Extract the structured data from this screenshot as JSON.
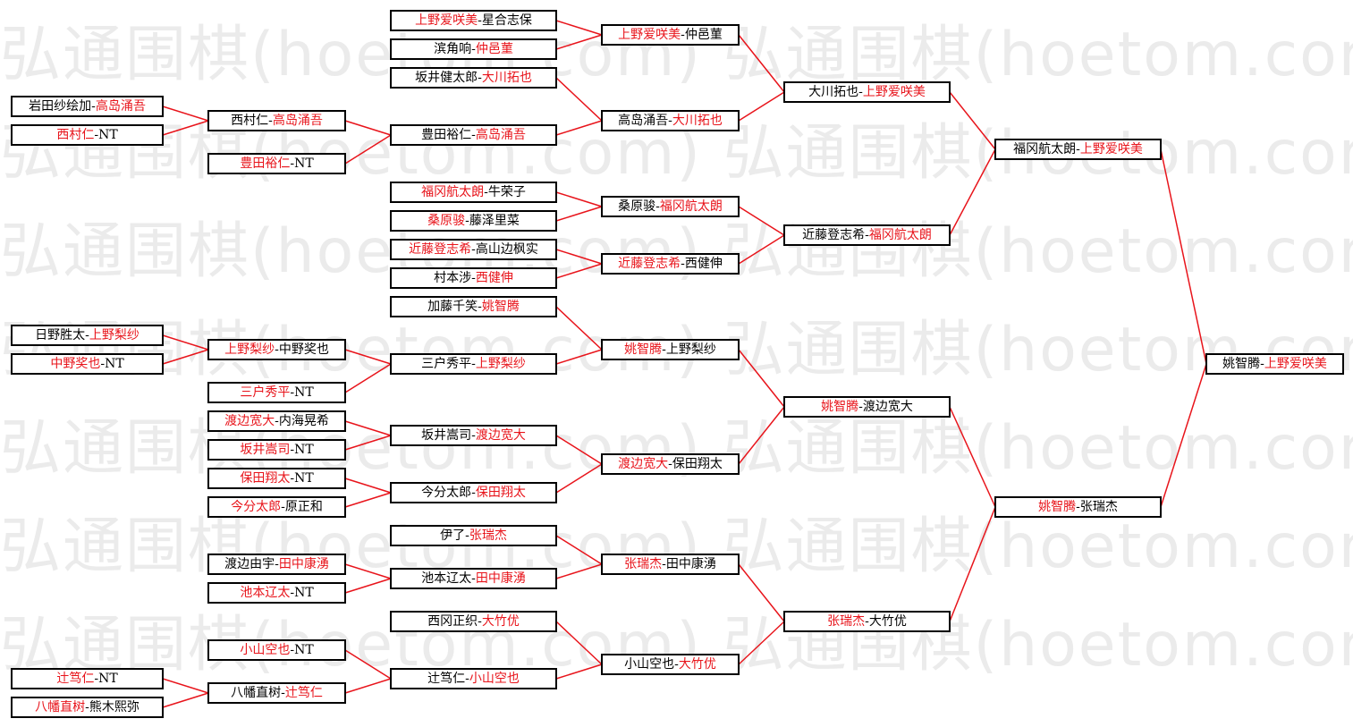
{
  "watermark": "弘通围棋(hoetom.com)",
  "colors": {
    "winner": "#e8141b",
    "line": "#e8141b",
    "text": "#000000",
    "border": "#000000"
  },
  "matches": [
    {
      "id": "r1a",
      "p1": "岩田纱绘加",
      "p2": "高岛涌吾",
      "w": 2
    },
    {
      "id": "r1b",
      "p1": "西村仁",
      "p2": "NT",
      "w": 1
    },
    {
      "id": "r1c",
      "p1": "日野胜太",
      "p2": "上野梨纱",
      "w": 2
    },
    {
      "id": "r1d",
      "p1": "中野奖也",
      "p2": "NT",
      "w": 1
    },
    {
      "id": "r1e",
      "p1": "辻笃仁",
      "p2": "NT",
      "w": 1
    },
    {
      "id": "r1f",
      "p1": "八幡直树",
      "p2": "熊木熙弥",
      "w": 1
    },
    {
      "id": "r2a",
      "p1": "西村仁",
      "p2": "高岛涌吾",
      "w": 2
    },
    {
      "id": "r2b",
      "p1": "豊田裕仁",
      "p2": "NT",
      "w": 1
    },
    {
      "id": "r2c",
      "p1": "上野梨纱",
      "p2": "中野奖也",
      "w": 1
    },
    {
      "id": "r2d",
      "p1": "三户秀平",
      "p2": "NT",
      "w": 1
    },
    {
      "id": "r2e",
      "p1": "渡边宽大",
      "p2": "内海晃希",
      "w": 1
    },
    {
      "id": "r2f",
      "p1": "坂井嵩司",
      "p2": "NT",
      "w": 1
    },
    {
      "id": "r2g",
      "p1": "保田翔太",
      "p2": "NT",
      "w": 1
    },
    {
      "id": "r2h",
      "p1": "今分太郎",
      "p2": "原正和",
      "w": 1
    },
    {
      "id": "r2i",
      "p1": "渡边由宇",
      "p2": "田中康湧",
      "w": 2
    },
    {
      "id": "r2j",
      "p1": "池本辽太",
      "p2": "NT",
      "w": 1
    },
    {
      "id": "r2k",
      "p1": "小山空也",
      "p2": "NT",
      "w": 1
    },
    {
      "id": "r2l",
      "p1": "八幡直树",
      "p2": "辻笃仁",
      "w": 2
    },
    {
      "id": "r3a",
      "p1": "上野爱咲美",
      "p2": "星合志保",
      "w": 1
    },
    {
      "id": "r3b",
      "p1": "滨角响",
      "p2": "仲邑菫",
      "w": 2
    },
    {
      "id": "r3c",
      "p1": "坂井健太郎",
      "p2": "大川拓也",
      "w": 2
    },
    {
      "id": "r3d",
      "p1": "豊田裕仁",
      "p2": "高岛涌吾",
      "w": 2
    },
    {
      "id": "r3e",
      "p1": "福冈航太朗",
      "p2": "牛荣子",
      "w": 1
    },
    {
      "id": "r3f",
      "p1": "桑原骏",
      "p2": "藤泽里菜",
      "w": 1
    },
    {
      "id": "r3g",
      "p1": "近藤登志希",
      "p2": "高山边枫实",
      "w": 1
    },
    {
      "id": "r3h",
      "p1": "村本涉",
      "p2": "西健伸",
      "w": 2
    },
    {
      "id": "r3i",
      "p1": "加藤千笑",
      "p2": "姚智腾",
      "w": 2
    },
    {
      "id": "r3j",
      "p1": "三户秀平",
      "p2": "上野梨纱",
      "w": 2
    },
    {
      "id": "r3k",
      "p1": "坂井嵩司",
      "p2": "渡边宽大",
      "w": 2
    },
    {
      "id": "r3l",
      "p1": "今分太郎",
      "p2": "保田翔太",
      "w": 2
    },
    {
      "id": "r3m",
      "p1": "伊了",
      "p2": "张瑞杰",
      "w": 2
    },
    {
      "id": "r3n",
      "p1": "池本辽太",
      "p2": "田中康湧",
      "w": 2
    },
    {
      "id": "r3o",
      "p1": "西冈正织",
      "p2": "大竹优",
      "w": 2
    },
    {
      "id": "r3p",
      "p1": "辻笃仁",
      "p2": "小山空也",
      "w": 2
    },
    {
      "id": "r4a",
      "p1": "上野爱咲美",
      "p2": "仲邑菫",
      "w": 1
    },
    {
      "id": "r4b",
      "p1": "高岛涌吾",
      "p2": "大川拓也",
      "w": 2
    },
    {
      "id": "r4c",
      "p1": "桑原骏",
      "p2": "福冈航太朗",
      "w": 2
    },
    {
      "id": "r4d",
      "p1": "近藤登志希",
      "p2": "西健伸",
      "w": 1
    },
    {
      "id": "r4e",
      "p1": "姚智腾",
      "p2": "上野梨纱",
      "w": 1
    },
    {
      "id": "r4f",
      "p1": "渡边宽大",
      "p2": "保田翔太",
      "w": 1
    },
    {
      "id": "r4g",
      "p1": "张瑞杰",
      "p2": "田中康湧",
      "w": 1
    },
    {
      "id": "r4h",
      "p1": "小山空也",
      "p2": "大竹优",
      "w": 2
    },
    {
      "id": "r5a",
      "p1": "大川拓也",
      "p2": "上野爱咲美",
      "w": 2
    },
    {
      "id": "r5b",
      "p1": "近藤登志希",
      "p2": "福冈航太朗",
      "w": 2
    },
    {
      "id": "r5c",
      "p1": "姚智腾",
      "p2": "渡边宽大",
      "w": 1
    },
    {
      "id": "r5d",
      "p1": "张瑞杰",
      "p2": "大竹优",
      "w": 1
    },
    {
      "id": "r6a",
      "p1": "福冈航太朗",
      "p2": "上野爱咲美",
      "w": 2
    },
    {
      "id": "r6b",
      "p1": "姚智腾",
      "p2": "张瑞杰",
      "w": 1
    },
    {
      "id": "r7a",
      "p1": "姚智腾",
      "p2": "上野爱咲美",
      "w": 2
    }
  ]
}
